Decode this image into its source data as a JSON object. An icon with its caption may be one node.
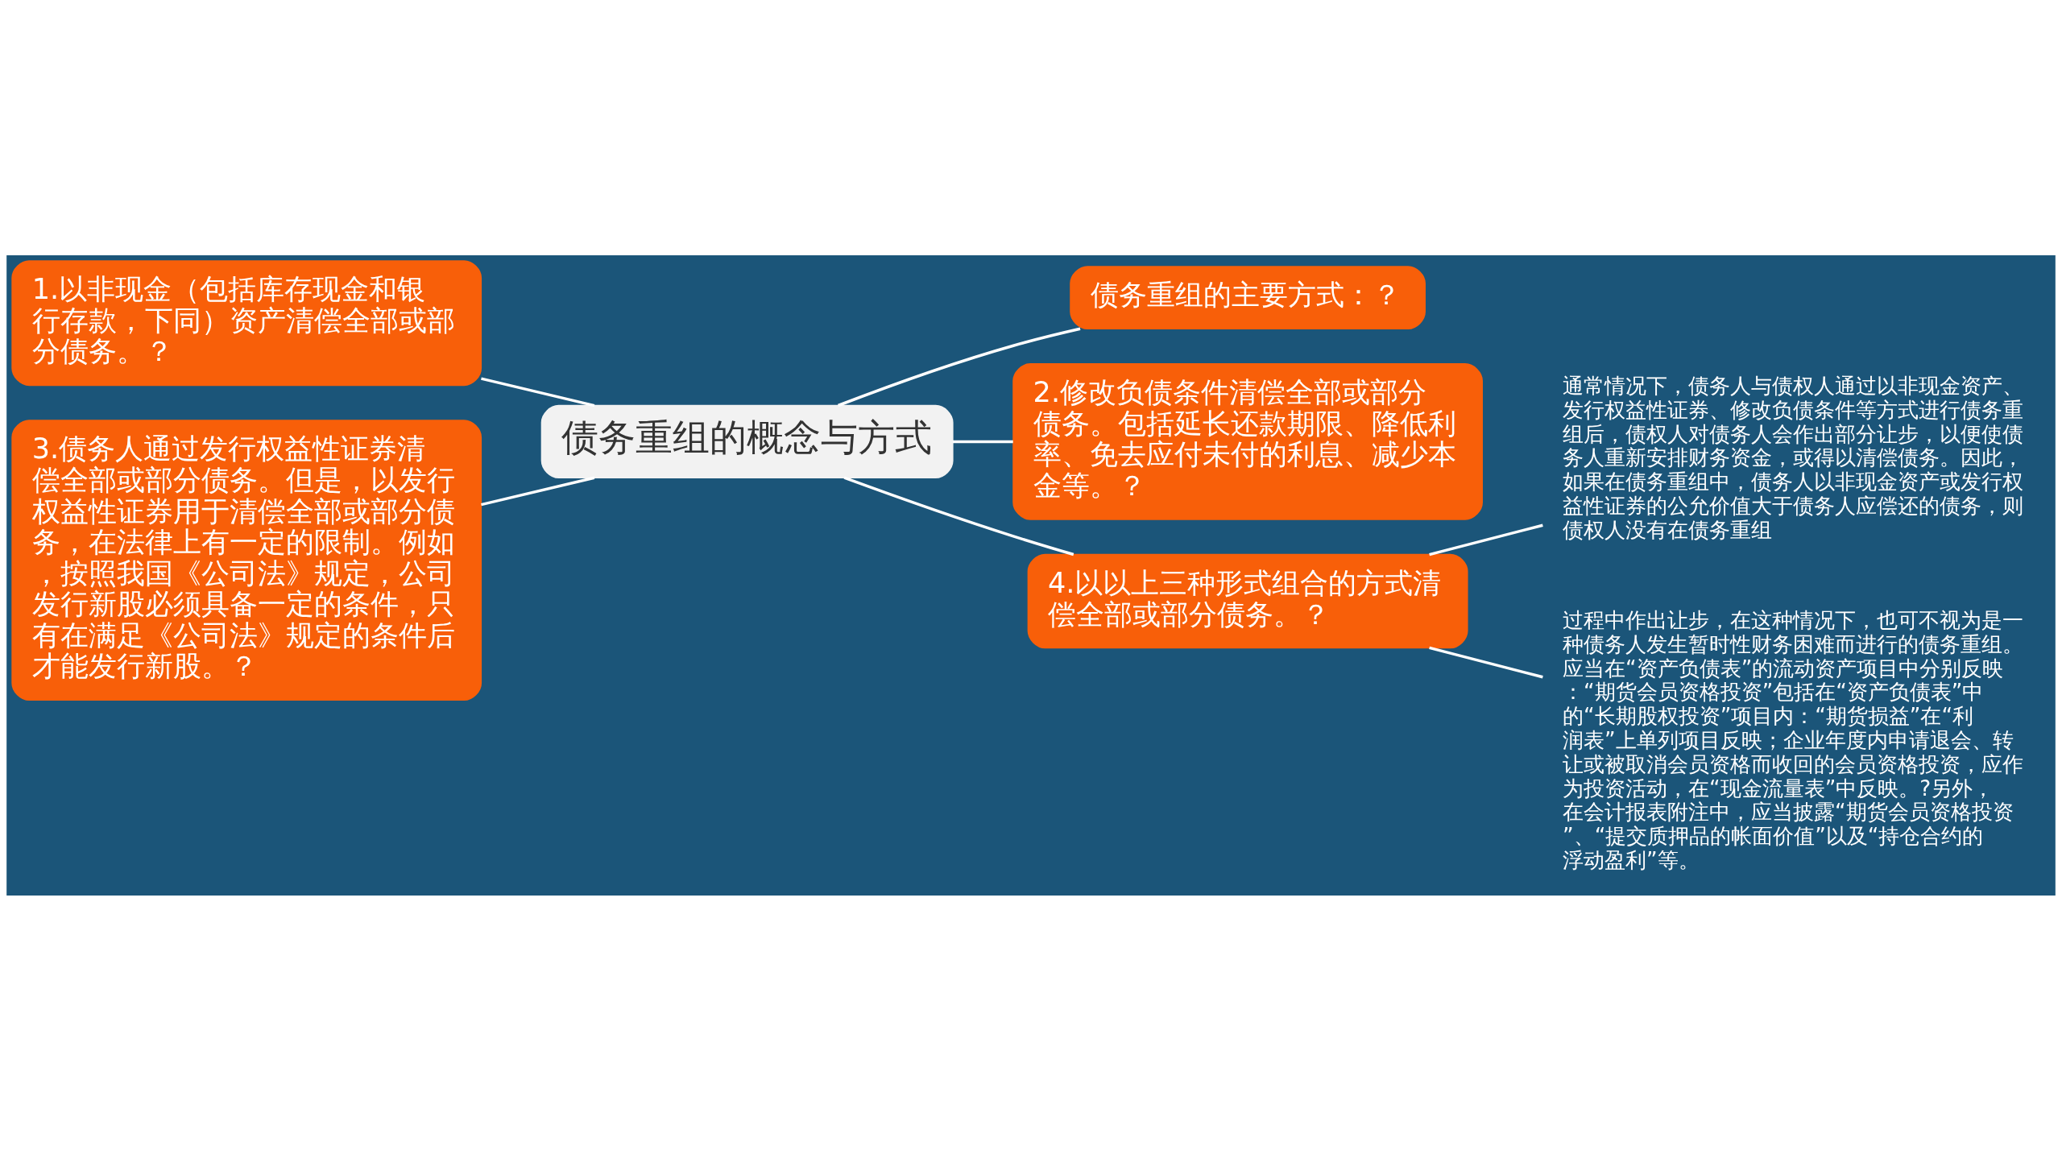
{
  "diagram": {
    "nodes": [
      {
        "text": [
          "债务重组的概念与方式"
        ]
      },
      {
        "text": [
          "1.以非现金（包括库存现金和银行存款，下同）资产清偿全部或部分债务。？"
        ]
      },
      {
        "text": [
          "3.债务人通过发行权益性证券清偿全部或部分债务。但是，以发行权益性证券用于清偿全部或部分债务，在法律上有一定的限制。例如，按照我国《公司法》规定，公司发行新股必须具备一定的条件，只有在满足《公司法》规定的条件后才能发行新股。？"
        ]
      },
      {
        "text": [
          "债务重组的主要方式：？"
        ]
      },
      {
        "text": [
          "2.修改负债条件清偿全部或部分债务。包括延长还款期限、降低利率、免去应付未付的利息、减少本金等。？"
        ]
      },
      {
        "text": [
          "4.以以上三种形式组合的方式清偿全部或部分债务。？"
        ]
      },
      {
        "text": [
          "通常情况下，债务人与债权人通过以非现金资产、发行权益性证券、修改负债条件等方式进行债务重组后，债权人对债务人会作出部分让步，以便使债务人重新安排财务资金，或得以清偿债务。因此，如果在债务重组中，债务人以非现金资产或发行权益性证券的公允价值大于债务人应偿还的债务，则债权人没有在债务重组"
        ]
      },
      {
        "text": [
          "过程中作出让步，在这种情况下，也可不视为是一种债务人发生暂时性财务困难而进行的债务重组。应当在“资产负债表”的流动资产项目中分别反映：“期货会员资格投资”包括在“资产负债表”中的“长期股权投资”项目内：“期货损益”在“利润表”上单列项目反映；企业年度内申请退会、转让或被取消会员资格而收回的会员资格投资，应作为投资活动，在“现金流量表”中反映。?另外，在会计报表附注中，应当披露“期货会员资格投资”、“提交质押品的帐面价值”以及“持仓合约的浮动盈利”等。"
        ]
      }
    ],
    "edges": [
      {
        "from": 1,
        "to": 0,
        "arrow": "none"
      },
      {
        "from": 2,
        "to": 0,
        "arrow": "none"
      },
      {
        "from": 0,
        "to": 3,
        "arrow": "none"
      },
      {
        "from": 0,
        "to": 4,
        "arrow": "none"
      },
      {
        "from": 0,
        "to": 5,
        "arrow": "none"
      },
      {
        "from": 5,
        "to": 6,
        "arrow": "none"
      },
      {
        "from": 5,
        "to": 7,
        "arrow": "none"
      }
    ]
  }
}
